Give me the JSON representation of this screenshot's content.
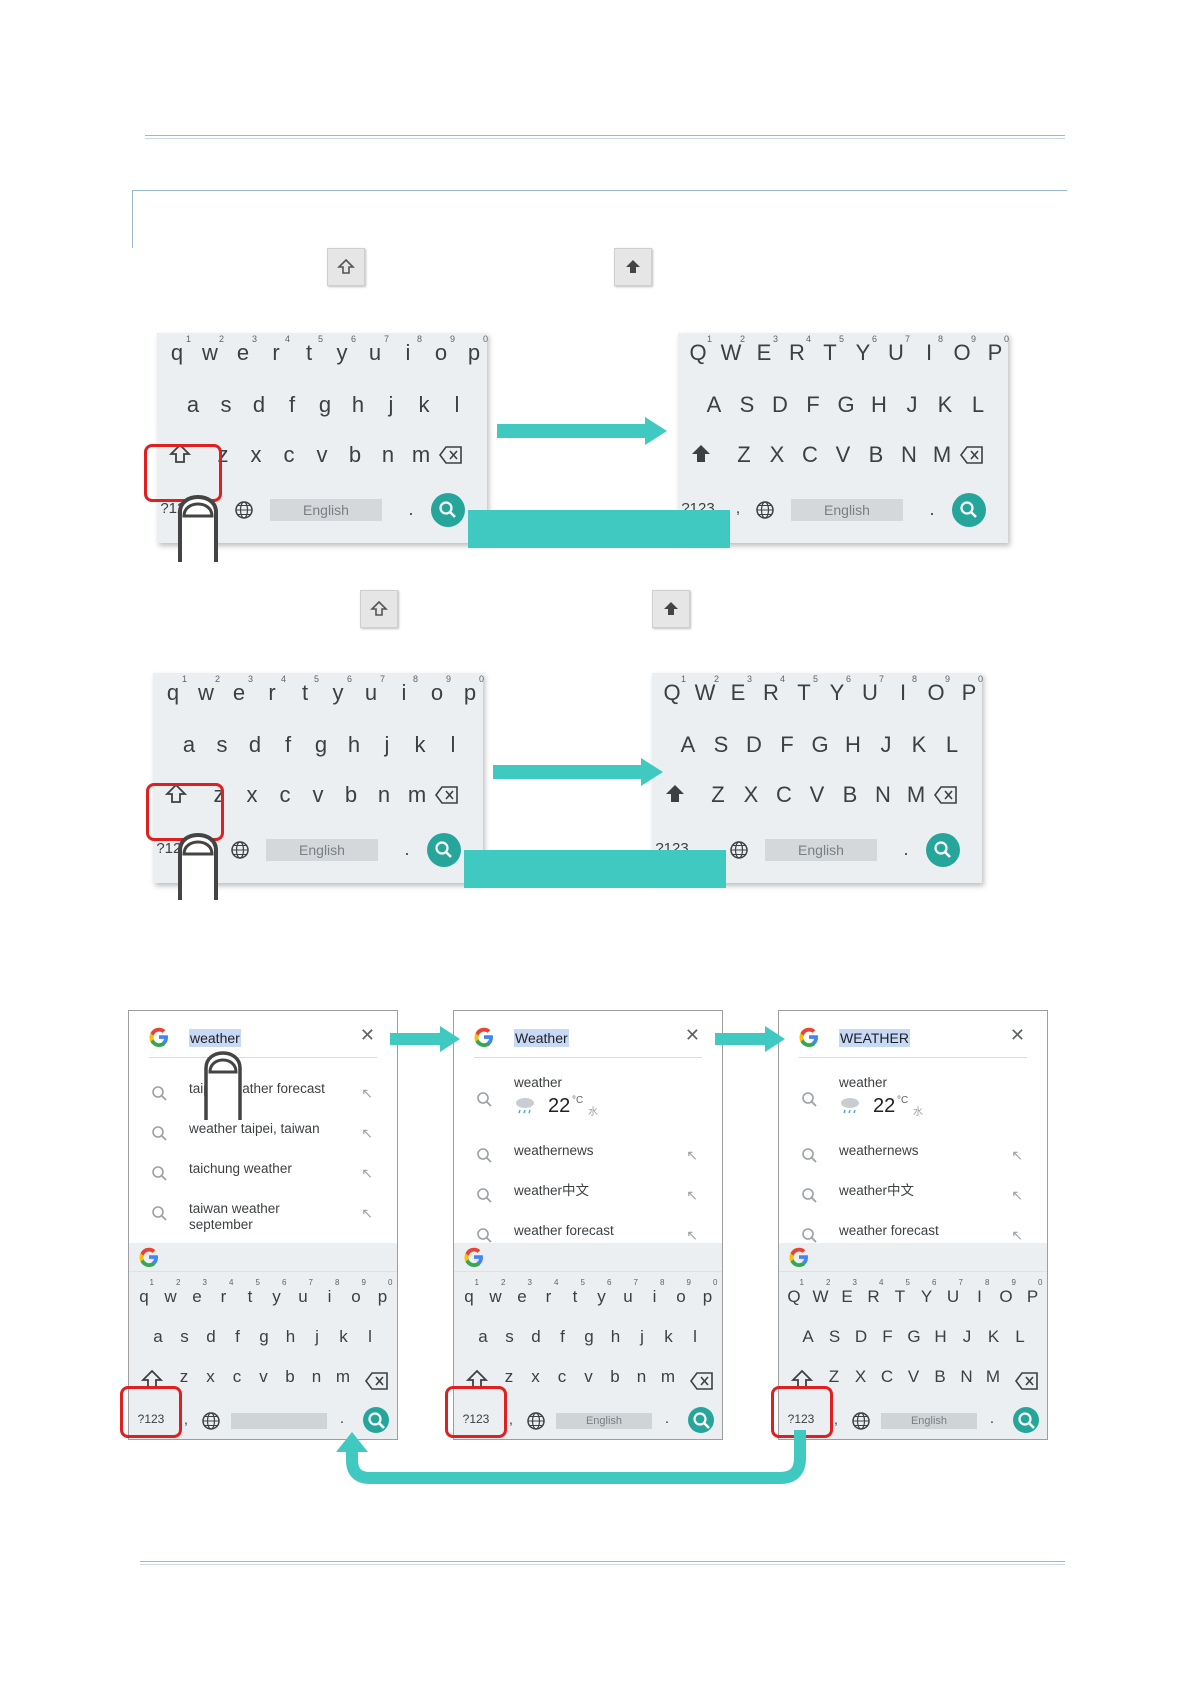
{
  "rows_lower": [
    [
      "q",
      "w",
      "e",
      "r",
      "t",
      "y",
      "u",
      "i",
      "o",
      "p"
    ],
    [
      "a",
      "s",
      "d",
      "f",
      "g",
      "h",
      "j",
      "k",
      "l"
    ],
    [
      "z",
      "x",
      "c",
      "v",
      "b",
      "n",
      "m"
    ]
  ],
  "rows_upper": [
    [
      "Q",
      "W",
      "E",
      "R",
      "T",
      "Y",
      "U",
      "I",
      "O",
      "P"
    ],
    [
      "A",
      "S",
      "D",
      "F",
      "G",
      "H",
      "J",
      "K",
      "L"
    ],
    [
      "Z",
      "X",
      "C",
      "V",
      "B",
      "N",
      "M"
    ]
  ],
  "digits": [
    "1",
    "2",
    "3",
    "4",
    "5",
    "6",
    "7",
    "8",
    "9",
    "0"
  ],
  "keyboard": {
    "space_label": "English",
    "sym_label": "?123",
    "period": ".",
    "comma": ","
  },
  "search_panels": [
    {
      "query": "weather",
      "suggestions": [
        {
          "text": "taipei weather forecast"
        },
        {
          "text": "weather taipei, taiwan"
        },
        {
          "text": "taichung weather"
        },
        {
          "text": "taiwan weather september"
        }
      ]
    },
    {
      "query": "Weather",
      "weather_label": "weather",
      "temp": "22",
      "unit": "°C",
      "day": "水",
      "suggestions": [
        {
          "text": "weathernews"
        },
        {
          "text": "weather中文"
        },
        {
          "text": "weather forecast"
        }
      ]
    },
    {
      "query": "WEATHER",
      "weather_label": "weather",
      "temp": "22",
      "unit": "°C",
      "day": "水",
      "suggestions": [
        {
          "text": "weathernews"
        },
        {
          "text": "weather中文"
        },
        {
          "text": "weather forecast"
        }
      ]
    }
  ],
  "colors": {
    "accent": "#40c9c0",
    "highlight": "#e02020",
    "go_button": "#26a69a"
  }
}
